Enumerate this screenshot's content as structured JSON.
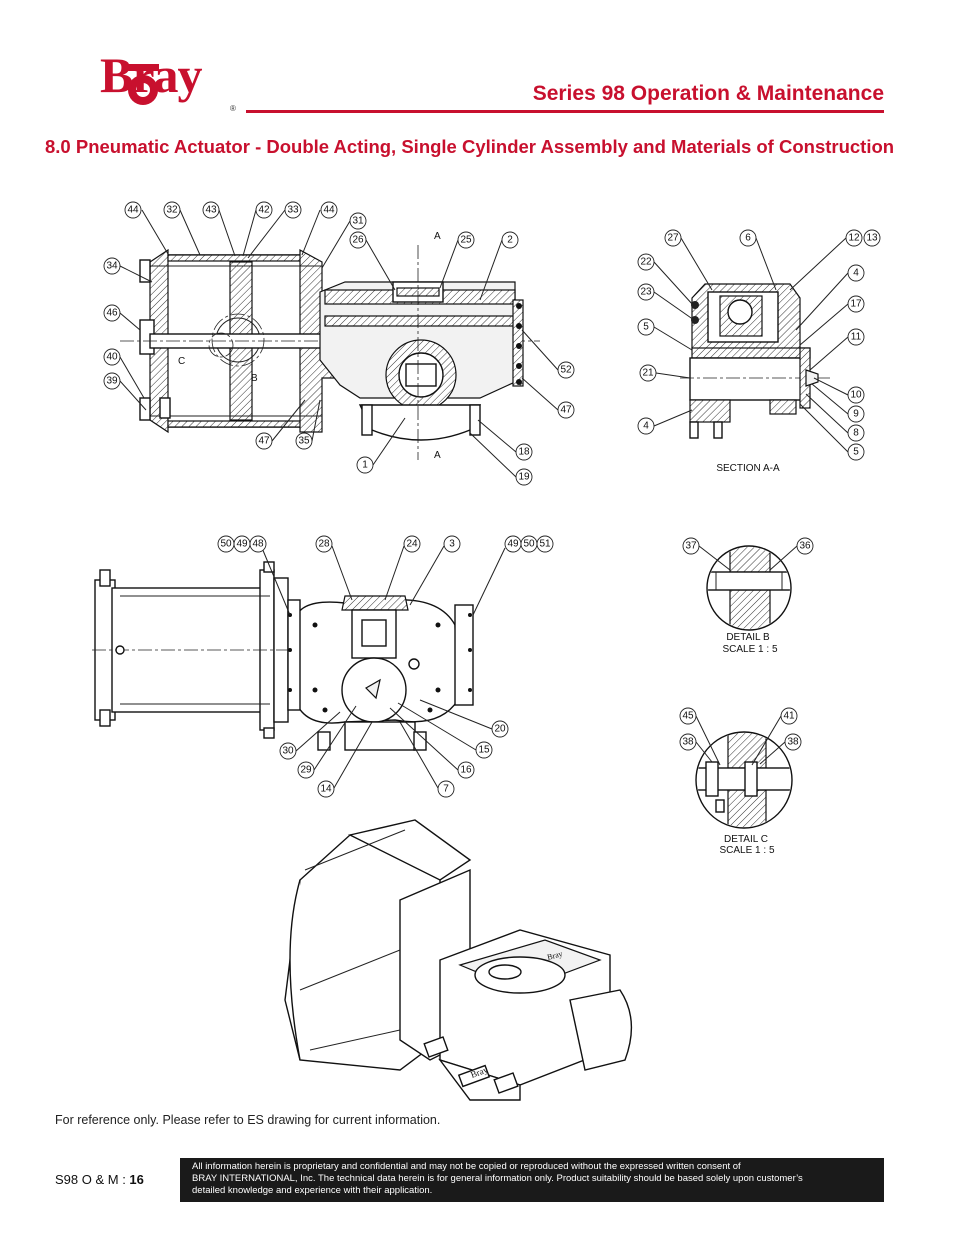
{
  "header": {
    "brand": "Bray",
    "registered_mark": "®",
    "series_title": "Series 98 Operation & Maintenance",
    "section_title": "8.0 Pneumatic Actuator - Double Acting, Single Cylinder Assembly and Materials of Construction",
    "brand_color": "#c8102e"
  },
  "drawing": {
    "section_markers": [
      "A",
      "A",
      "B",
      "C"
    ],
    "section_label": "SECTION A-A",
    "detail_b": {
      "title": "DETAIL B",
      "scale": "SCALE 1 : 5"
    },
    "detail_c": {
      "title": "DETAIL C",
      "scale": "SCALE 1 : 5"
    },
    "callouts_main": [
      "44",
      "32",
      "43",
      "42",
      "33",
      "44",
      "31",
      "26",
      "25",
      "2",
      "34",
      "46",
      "40",
      "39",
      "47",
      "35",
      "1",
      "52",
      "47",
      "18",
      "19"
    ],
    "callouts_section": [
      "27",
      "6",
      "12",
      "13",
      "22",
      "4",
      "23",
      "17",
      "5",
      "11",
      "21",
      "10",
      "9",
      "4",
      "8",
      "5"
    ],
    "callouts_front": [
      "50",
      "49",
      "48",
      "28",
      "24",
      "3",
      "49",
      "50",
      "51",
      "20",
      "30",
      "15",
      "29",
      "16",
      "14",
      "7"
    ],
    "callouts_detail_b": [
      "37",
      "36"
    ],
    "callouts_detail_c": [
      "45",
      "41",
      "38",
      "38"
    ],
    "iso_logo_text": "Bray"
  },
  "footer": {
    "note": "For reference only. Please refer to ES drawing for current information.",
    "page_prefix": "S98 O & M : ",
    "page_number": "16",
    "disclaimer_lines": [
      "All information herein is proprietary and confidential and may not be copied or reproduced without the expressed written consent of",
      "BRAY INTERNATIONAL, Inc. The technical data herein is for general information only. Product suitability should be based solely upon customer’s",
      "detailed knowledge and experience with their application."
    ]
  }
}
